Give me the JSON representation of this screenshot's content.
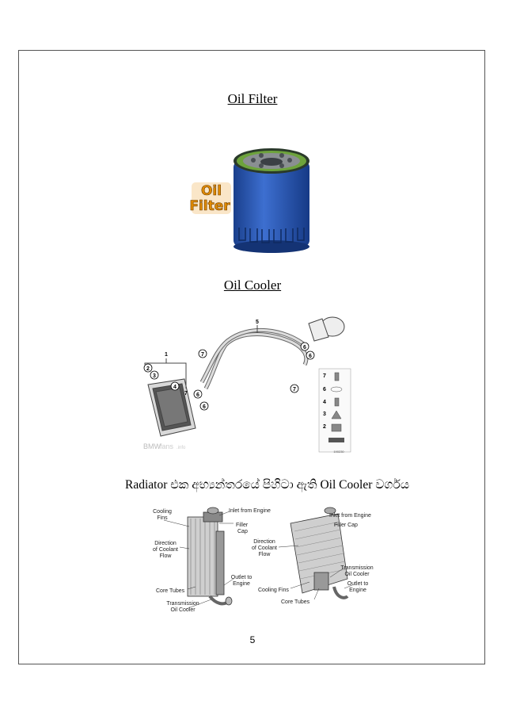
{
  "heading_oil_filter": "Oil Filter",
  "heading_oil_cooler": "Oil Cooler",
  "filter_badge": {
    "line1": "Oil",
    "line2": "Filter"
  },
  "cooler_diagram": {
    "part_numbers": [
      "1",
      "2",
      "3",
      "4",
      "5",
      "6",
      "6",
      "6",
      "6",
      "7",
      "7",
      "7"
    ],
    "legend_numbers": [
      "7",
      "6",
      "4",
      "3",
      "2"
    ],
    "watermark_brand": "BMW",
    "watermark_rest": "fans",
    "watermark_suffix": ".info",
    "image_code": "190230"
  },
  "caption": "Radiator එක අභ්‍යන්තරයේ පිහිටා ඇති Oil Cooler වර්ගය",
  "radiator_labels": {
    "left": {
      "cooling_fins": [
        "Cooling",
        "Fins"
      ],
      "inlet_from_engine": "Inlet from Engine",
      "filler_cap": [
        "Filler",
        "Cap"
      ],
      "direction_of_coolant_flow": [
        "Direction",
        "of Coolant",
        "Flow"
      ],
      "outlet_to_engine": [
        "Outlet to",
        "Engine"
      ],
      "core_tubes": "Core Tubes",
      "transmission_oil_cooler": [
        "Transmission",
        "Oil Cooler"
      ]
    },
    "right": {
      "inlet_from_engine": "Inlet from Engine",
      "filler_cap": "Filler Cap",
      "direction_of_coolant_flow": [
        "Direction",
        "of Coolant",
        "Flow"
      ],
      "transmission_oil_cooler": [
        "Transmission",
        "Oil Cooler"
      ],
      "outlet_to_engine": [
        "Outlet to",
        "Engine"
      ],
      "cooling_fins": "Cooling Fins",
      "core_tubes": "Core Tubes"
    }
  },
  "page_number": "5"
}
